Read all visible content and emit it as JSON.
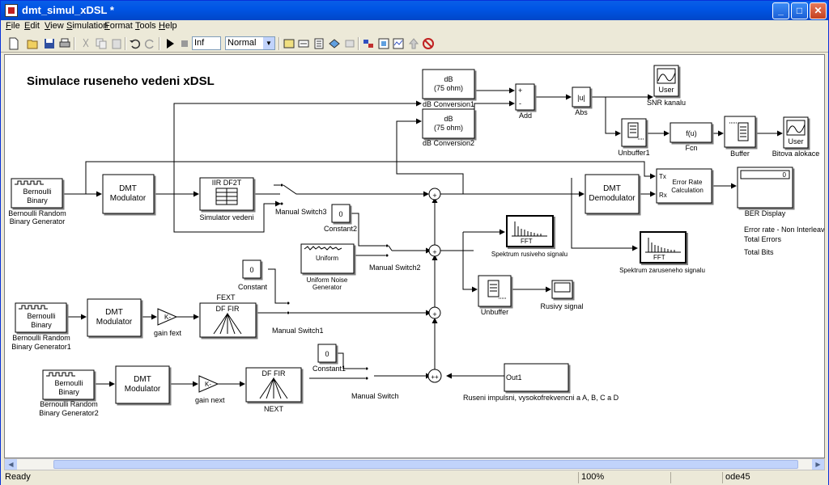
{
  "window": {
    "title": "dmt_simul_xDSL *",
    "min": "_",
    "max": "□",
    "close": "✕"
  },
  "menu": [
    "File",
    "Edit",
    "View",
    "Simulation",
    "Format",
    "Tools",
    "Help"
  ],
  "toolbar": {
    "stop_time": "Inf",
    "sim_mode": "Normal"
  },
  "model": {
    "heading": "Simulace ruseneho vedeni xDSL",
    "bernoulli_label_1": "Bernoulli",
    "bernoulli_label_2": "Binary",
    "gen_main_1": "Bernoulli Random",
    "gen_main_2": "Binary Generator",
    "gen1_1": "Bernoulli Random",
    "gen1_2": "Binary Generator1",
    "gen2_1": "Bernoulli Random",
    "gen2_2": "Binary Generator2",
    "dmt_1": "DMT",
    "dmt_mod_2": "Modulator",
    "dmt_demod_2": "Demodulator",
    "iir_1": "IIR DF2T",
    "sim_vedeni": "Simulator vedeni",
    "manual_switch3": "Manual Switch3",
    "manual_switch2": "Manual Switch2",
    "manual_switch1": "Manual Switch1",
    "manual_switch": "Manual Switch",
    "constant_value": "0",
    "constant2": "Constant2",
    "constant1": "Constant1",
    "constant": "Constant",
    "uniform_inner": "Uniform",
    "uniform_1": "Uniform Noise",
    "uniform_2": "Generator",
    "gain_k": "K-",
    "gain_fext": "gain fext",
    "gain_next": "gain next",
    "fext_title": "FEXT",
    "df_fir": "DF FIR",
    "next_title": "NEXT",
    "db_1": "dB",
    "db_2": "(75 ohm)",
    "db_conv1": "dB Conversion1",
    "db_conv2": "dB Conversion2",
    "add": "Add",
    "abs_inner": "|u|",
    "abs": "Abs",
    "user": "User",
    "snr_kanalu": "SNR kanalu",
    "unbuffer1": "Unbuffer1",
    "fcn_inner": "f(u)",
    "fcn": "Fcn",
    "buffer": "Buffer",
    "bitova_alokace": "Bitova alokace",
    "tx": "Tx",
    "rx": "Rx",
    "error_rate_1": "Error Rate",
    "error_rate_2": "Calculation",
    "ber_value": "0",
    "ber_display": "BER Display",
    "ber_line1": "Error rate - Non Interleaved",
    "ber_line2": "Total Errors",
    "ber_line3": "Total Bits",
    "fft": "FFT",
    "spektrum_rusiveho": "Spektrum rusiveho signalu",
    "spektrum_zaruseneho": "Spektrum zaruseneho signalu",
    "unbuffer": "Unbuffer",
    "rusivy_signal": "Rusivy signal",
    "out1": "Out1",
    "ruseni": "Ruseni impulsni, vysokofrekvencni a A, B, C a D",
    "plus": "+",
    "minus": "-",
    "plusplus": "++"
  },
  "status": {
    "ready": "Ready",
    "zoom": "100%",
    "solver": "ode45"
  }
}
